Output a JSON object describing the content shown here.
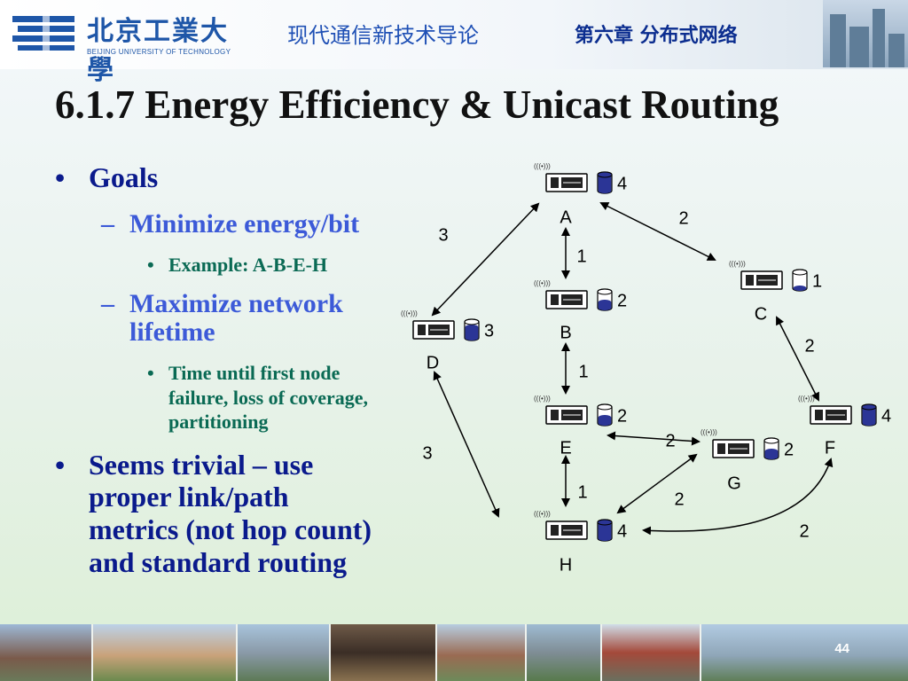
{
  "header": {
    "logo_cn": "北京工業大學",
    "logo_en": "BEIJING UNIVERSITY OF TECHNOLOGY",
    "course": "现代通信新技术导论",
    "chapter": "第六章 分布式网络"
  },
  "slide": {
    "title": "6.1.7 Energy Efficiency & Unicast Routing",
    "page_number": "44"
  },
  "bullets": {
    "goals": "Goals",
    "minimize": "Minimize energy/bit",
    "example": "Example: A-B-E-H",
    "maximize_1": "Maximize network",
    "maximize_2": "lifetime",
    "time_1": "Time until first node",
    "time_2": "failure, loss of coverage,",
    "time_3": "partitioning",
    "seems_1": "Seems trivial – use",
    "seems_2": "proper link/path",
    "seems_3": "metrics (not hop count)",
    "seems_4": "and standard routing"
  },
  "network": {
    "nodes": [
      {
        "id": "A",
        "energy": "4",
        "level": 1.0
      },
      {
        "id": "B",
        "energy": "2",
        "level": 0.5
      },
      {
        "id": "C",
        "energy": "1",
        "level": 0.25
      },
      {
        "id": "D",
        "energy": "3",
        "level": 0.75
      },
      {
        "id": "E",
        "energy": "2",
        "level": 0.5
      },
      {
        "id": "F",
        "energy": "4",
        "level": 1.0
      },
      {
        "id": "G",
        "energy": "2",
        "level": 0.5
      },
      {
        "id": "H",
        "energy": "4",
        "level": 1.0
      }
    ],
    "edges": [
      {
        "from": "A",
        "to": "B",
        "cost": "1"
      },
      {
        "from": "A",
        "to": "D",
        "cost": "3"
      },
      {
        "from": "A",
        "to": "C",
        "cost": "2"
      },
      {
        "from": "B",
        "to": "E",
        "cost": "1"
      },
      {
        "from": "C",
        "to": "F",
        "cost": "2"
      },
      {
        "from": "D",
        "to": "H",
        "cost": "3"
      },
      {
        "from": "E",
        "to": "H",
        "cost": "1"
      },
      {
        "from": "E",
        "to": "G",
        "cost": "2"
      },
      {
        "from": "G",
        "to": "H",
        "cost": "2"
      },
      {
        "from": "F",
        "to": "H",
        "cost": "2"
      }
    ]
  },
  "colors": {
    "battery_fill": "#2b3596",
    "title_blue": "#0a1a8c",
    "sub_blue": "#3c5ad8",
    "green_text": "#0a6a54"
  }
}
